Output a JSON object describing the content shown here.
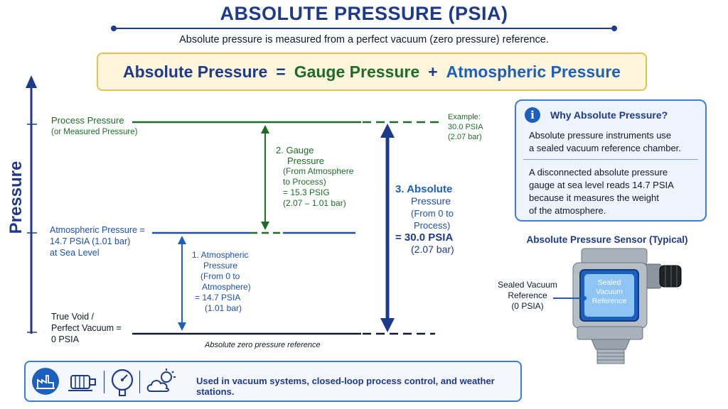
{
  "header": {
    "title": "ABSOLUTE PRESSURE (PSIA)",
    "subtitle": "Absolute pressure is measured from a perfect vacuum (zero pressure) reference."
  },
  "formula": {
    "absolute": "Absolute Pressure",
    "equals": "=",
    "gauge": "Gauge Pressure",
    "plus": "+",
    "atmospheric": "Atmospheric Pressure"
  },
  "axis": {
    "label": "Pressure"
  },
  "levels": {
    "process_line1": "Process Pressure",
    "process_line2": "(or Measured Pressure)",
    "atm_line1": "Atmospheric Pressure =",
    "atm_line2": "14.7 PSIA (1.01 bar)",
    "atm_line3": "at Sea Level",
    "void_line1": "True Void /",
    "void_line2": "Perfect Vacuum =",
    "void_line3": "0 PSIA",
    "zero_ref": "Absolute zero pressure reference"
  },
  "example": {
    "line1": "Example:",
    "line2": "30.0 PSIA",
    "line3": "(2.07 bar)"
  },
  "gauge_annotation": {
    "line1": "2. Gauge",
    "line2": "Pressure",
    "line3": "(From Atmosphere",
    "line4": "to Process)",
    "line5": "= 15.3 PSIG",
    "line6": "(2.07 – 1.01 bar)"
  },
  "atm_annotation": {
    "line1": "1. Atmospheric",
    "line2": "Pressure",
    "line3": "(From 0 to",
    "line4": "Atmosphere)",
    "line5": "= 14.7 PSIA",
    "line6": "(1.01 bar)"
  },
  "abs_annotation": {
    "line1": "3. Absolute",
    "line2": "Pressure",
    "line3": "(From 0 to",
    "line4": "Process)",
    "line5": "= 30.0 PSIA",
    "line6": "(2.07 bar)"
  },
  "info": {
    "title": "Why Absolute Pressure?",
    "para1_line1": "Absolute pressure instruments use",
    "para1_line2": "a sealed vacuum reference chamber.",
    "para2_line1": "A disconnected absolute pressure",
    "para2_line2": "gauge at sea level reads 14.7 PSIA",
    "para2_line3": "because it measures the weight",
    "para2_line4": "of the atmosphere."
  },
  "sensor": {
    "title": "Absolute Pressure Sensor (Typical)",
    "callout_line1": "Sealed Vacuum",
    "callout_line2": "Reference",
    "callout_line3": "(0 PSIA)",
    "window_line1": "Sealed",
    "window_line2": "Vacuum",
    "window_line3": "Reference"
  },
  "footer": {
    "text": "Used in vacuum systems, closed-loop process control, and weather stations.",
    "icons": [
      "factory-icon",
      "motor-icon",
      "gauge-icon",
      "weather-icon"
    ]
  },
  "colors": {
    "navy": "#1e3a8a",
    "gauge_green": "#1f6b2a",
    "atm_blue": "#1d5fbf",
    "formula_bg": "#fdf6dc",
    "formula_border": "#e8c04a"
  }
}
